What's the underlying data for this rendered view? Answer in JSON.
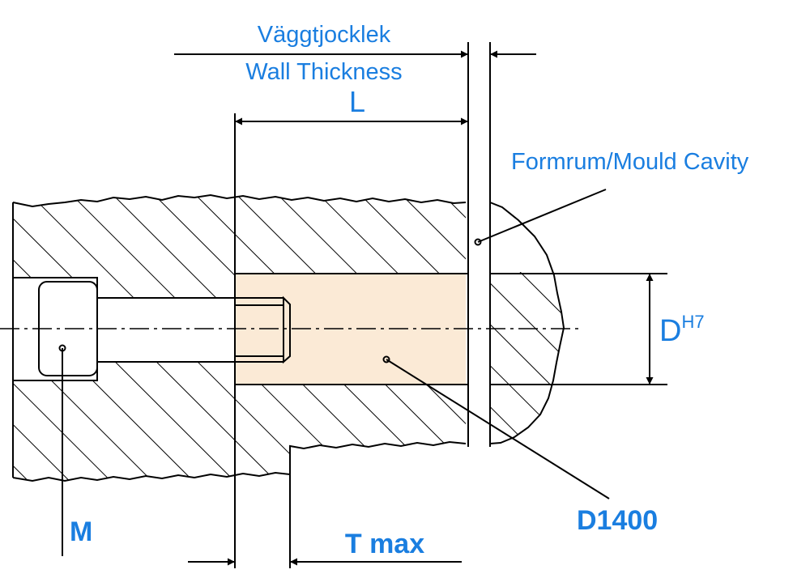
{
  "labels": {
    "wall_sv": "Väggtjocklek",
    "wall_en": "Wall Thickness",
    "length": "L",
    "cavity": "Formrum/Mould Cavity",
    "diameter": "D",
    "tolerance": "H7",
    "thread": "M",
    "tmax": "T max",
    "part": "D1400"
  },
  "colors": {
    "accent": "#1a7ee0",
    "insert_fill": "#fbead6",
    "line": "#000000"
  }
}
